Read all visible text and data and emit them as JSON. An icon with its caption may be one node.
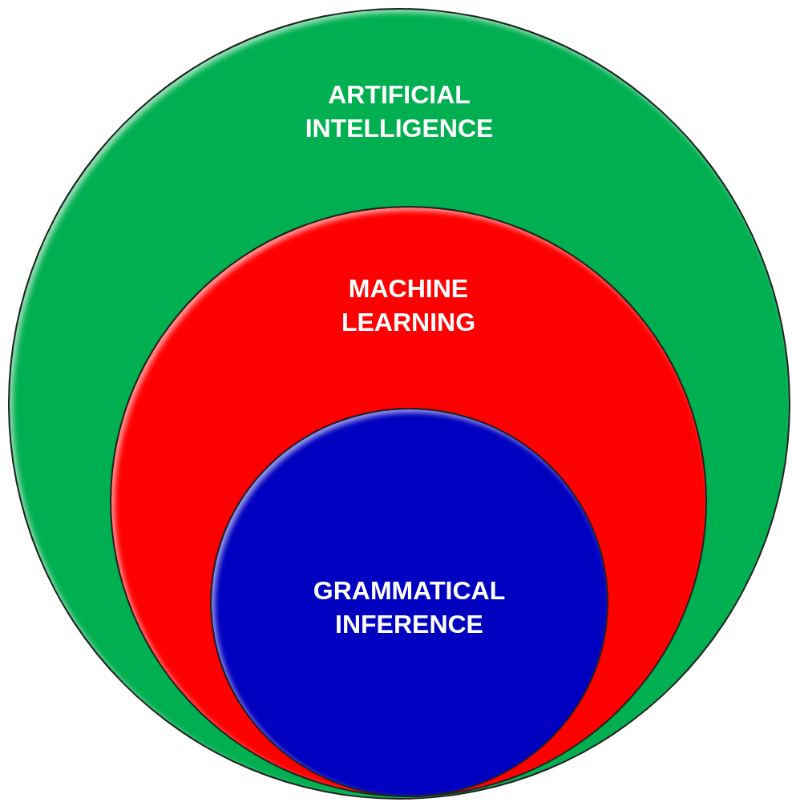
{
  "diagram": {
    "nodes": [
      {
        "text": [
          "ARTIFICIAL INTELLIGENCE"
        ]
      },
      {
        "text": [
          "MACHINE LEARNING"
        ],
        "in": 0
      },
      {
        "text": [
          "GRAMMATICAL INFERENCE"
        ],
        "in": 1
      }
    ]
  }
}
